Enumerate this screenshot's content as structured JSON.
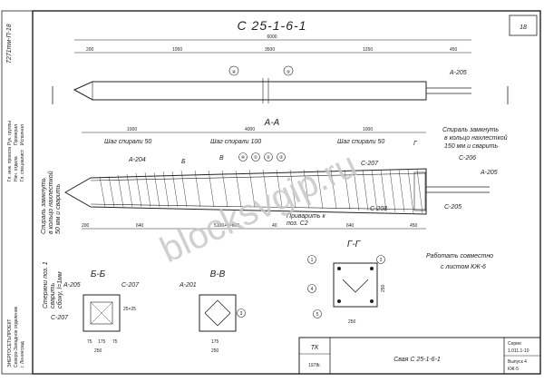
{
  "drawing": {
    "title": "С 25-1-6-1",
    "sheet_number": "18",
    "section_aa": "А-А",
    "section_bb": "Б-Б",
    "section_vv": "В-В",
    "section_gg": "Г-Г",
    "side_code": "7271тм-П-18",
    "watermark": "blocksvgip.ru"
  },
  "elevation": {
    "total_length": "6000",
    "dims": [
      "200",
      "1050",
      "3500",
      "1250",
      "450"
    ],
    "callouts": [
      "④",
      "⑤"
    ],
    "rebar_label": "А-205"
  },
  "section_aa": {
    "top_dims": [
      "1000",
      "4000",
      "1000"
    ],
    "pitch_labels": [
      "Шаг спирали 50",
      "Шаг спирали 100",
      "Шаг спирали 50"
    ],
    "spiral_note": [
      "Спираль замкнуть",
      "в кольцо нахлесткой",
      "150 мм и сварить"
    ],
    "labels": [
      "А-204",
      "С-207",
      "С-206",
      "А-205",
      "С-205",
      "С-208"
    ],
    "bottom_dims": [
      "200",
      "640",
      "5100+6=600",
      "40",
      "640",
      "450"
    ],
    "weld_note": [
      "Приварить к",
      "поз. С2"
    ],
    "callouts": [
      "④",
      "①",
      "②",
      "③"
    ],
    "marks": [
      "Б",
      "В",
      "Г"
    ],
    "left_note": [
      "Спираль замкнуть",
      "в кольцо нахлесткой",
      "50 мм и сварить"
    ],
    "left_note2": [
      "Стержни поз. 1",
      "сварить",
      "сбоку, l=1мм"
    ]
  },
  "work_note": [
    "Работать совместно",
    "с листом КЖ-6"
  ],
  "section_bb": {
    "labels": [
      "А-205",
      "С-207",
      "С-207"
    ],
    "dims": [
      "25×25",
      "75",
      "175",
      "75"
    ],
    "bottom": "250"
  },
  "section_vv": {
    "labels": [
      "А-201",
      "3"
    ],
    "dims": [
      "175",
      "250"
    ]
  },
  "section_gg": {
    "labels": [
      "1",
      "3",
      "4",
      "5"
    ],
    "dims": [
      "250",
      "250"
    ]
  },
  "title_block": {
    "code": "ТК",
    "year": "1978г.",
    "name": "Свая С 25-1-6-1",
    "series": "Серия",
    "series_num": "1.011.1-10",
    "issue": "Выпуск 4",
    "sheet": "КЖ-5"
  },
  "stamp_lines": [
    "ЭНЕРГОСЕТЬПРОЕКТ",
    "Северо-Западное отделение",
    "г. Ленинград",
    "Гл. инж. проекта",
    "Нач. отдела",
    "Гл. специалист",
    "Рук. группы",
    "Проверил",
    "Исполнил"
  ]
}
